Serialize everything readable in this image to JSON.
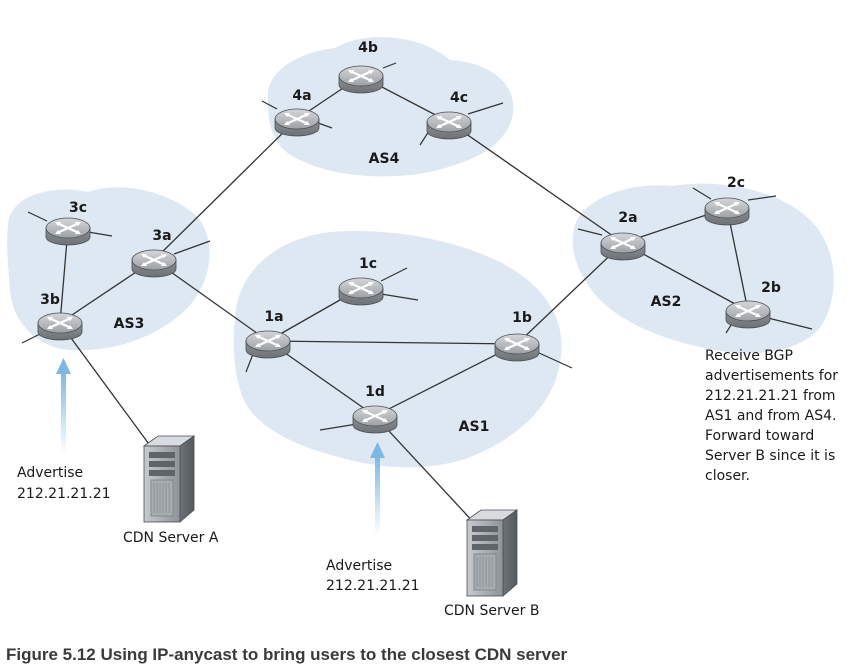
{
  "autonomous_systems": [
    {
      "id": "AS1",
      "label": "AS1"
    },
    {
      "id": "AS2",
      "label": "AS2"
    },
    {
      "id": "AS3",
      "label": "AS3"
    },
    {
      "id": "AS4",
      "label": "AS4"
    }
  ],
  "routers": [
    {
      "id": "1a",
      "label": "1a"
    },
    {
      "id": "1b",
      "label": "1b"
    },
    {
      "id": "1c",
      "label": "1c"
    },
    {
      "id": "1d",
      "label": "1d"
    },
    {
      "id": "2a",
      "label": "2a"
    },
    {
      "id": "2b",
      "label": "2b"
    },
    {
      "id": "2c",
      "label": "2c"
    },
    {
      "id": "3a",
      "label": "3a"
    },
    {
      "id": "3b",
      "label": "3b"
    },
    {
      "id": "3c",
      "label": "3c"
    },
    {
      "id": "4a",
      "label": "4a"
    },
    {
      "id": "4b",
      "label": "4b"
    },
    {
      "id": "4c",
      "label": "4c"
    }
  ],
  "servers": {
    "a": {
      "label": "CDN Server A"
    },
    "b": {
      "label": "CDN Server B"
    }
  },
  "advertise_a": {
    "line1": "Advertise",
    "line2": "212.21.21.21"
  },
  "advertise_b": {
    "line1": "Advertise",
    "line2": "212.21.21.21"
  },
  "note_2b": {
    "lines": [
      "Receive BGP",
      "advertisements for",
      "212.21.21.21 from",
      "AS1 and from AS4.",
      "Forward toward",
      "Server B since it is",
      "closer."
    ]
  },
  "caption": "Figure 5.12 Using IP-anycast to bring users to the closest CDN server",
  "colors": {
    "as_cloud": "#dde8f2",
    "arrow": "#7ab8e6",
    "router_body": "#9aa0a6"
  }
}
